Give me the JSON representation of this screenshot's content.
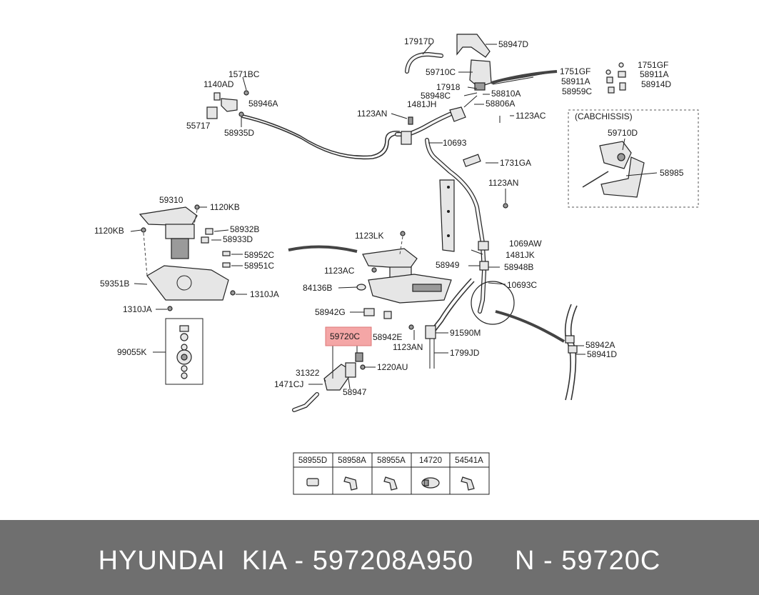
{
  "labels": {
    "l_17917D": "17917D",
    "l_58947D": "58947D",
    "l_59710C": "59710C",
    "l_17918": "17918",
    "l_58948C": "58948C",
    "l_58810A": "58810A",
    "l_58806A": "58806A",
    "l_1481JH": "1481JH",
    "l_1123AN_a": "1123AN",
    "l_1123AC_a": "1123AC",
    "l_1751GF_a": "1751GF",
    "l_1751GF_b": "1751GF",
    "l_58911A_a": "58911A",
    "l_58911A_b": "58911A",
    "l_58959C": "58959C",
    "l_58914D": "58914D",
    "l_1571BC": "1571BC",
    "l_1140AD": "1140AD",
    "l_58946A": "58946A",
    "l_55717": "55717",
    "l_58935D": "58935D",
    "l_10693": "10693",
    "l_1731GA": "1731GA",
    "l_1123AN_b": "1123AN",
    "l_cab": "(CABCHISSIS)",
    "l_59710D": "59710D",
    "l_58985": "58985",
    "l_59310": "59310",
    "l_1120KB_a": "1120KB",
    "l_1120KB_b": "1120KB",
    "l_58932B": "58932B",
    "l_58933D": "58933D",
    "l_58952C": "58952C",
    "l_58951C": "58951C",
    "l_59351B": "59351B",
    "l_1310JA_a": "1310JA",
    "l_1310JA_b": "1310JA",
    "l_99055K": "99055K",
    "l_1123LK": "1123LK",
    "l_1069AW": "1069AW",
    "l_1481JK": "1481JK",
    "l_1123AC_b": "1123AC",
    "l_58949": "58949",
    "l_58948B": "58948B",
    "l_84136B": "84136B",
    "l_10693C": "10693C",
    "l_58942G": "58942G",
    "l_58942E": "58942E",
    "l_59720C": "59720C",
    "l_91590M": "91590M",
    "l_1123AN_c": "1123AN",
    "l_1799JD": "1799JD",
    "l_1220AU": "1220AU",
    "l_31322": "31322",
    "l_1471CJ": "1471CJ",
    "l_58947": "58947",
    "l_58942A": "58942A",
    "l_58941D": "58941D"
  },
  "fittings_table": {
    "headers": [
      "58955D",
      "58958A",
      "58955A",
      "14720",
      "54541A"
    ]
  },
  "highlight": {
    "part": "59720C",
    "color": "#f4a6a6"
  },
  "footer": {
    "text": "HYUNDAI  KIA - 597208A950     N - 59720C"
  }
}
